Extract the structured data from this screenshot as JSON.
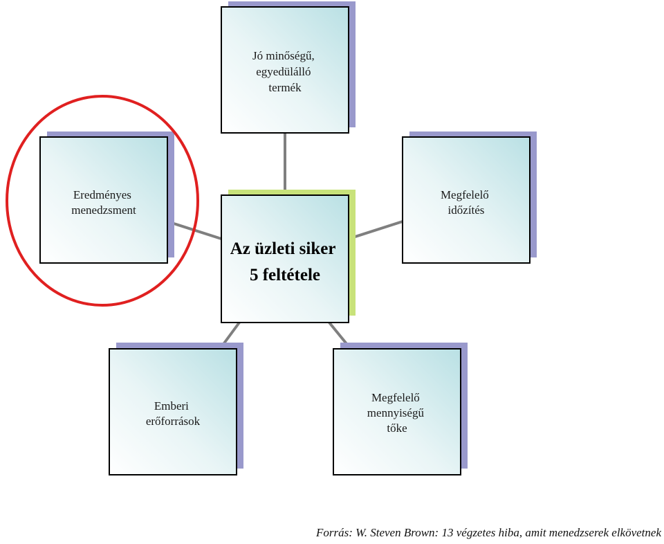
{
  "center": {
    "line1": "Az üzleti siker",
    "line2": "5 feltétele"
  },
  "nodes": [
    {
      "id": "top",
      "lines": [
        "Jó minőségű,",
        "egyedülálló",
        "termék"
      ]
    },
    {
      "id": "left",
      "lines": [
        "Eredményes",
        "menedzsment"
      ],
      "highlighted": true
    },
    {
      "id": "right",
      "lines": [
        "Megfelelő",
        "időzítés"
      ]
    },
    {
      "id": "bottom-left",
      "lines": [
        "Emberi",
        "erőforrások"
      ]
    },
    {
      "id": "bottom-right",
      "lines": [
        "Megfelelő",
        "mennyiségű",
        "tőke"
      ]
    }
  ],
  "source": "Forrás: W. Steven Brown: 13 végzetes hiba, amit menedzserek elkövetnek",
  "colors": {
    "node_shadow": "#9999cc",
    "center_shadow": "#c8e27a",
    "gradient_light": "#ffffff",
    "gradient_teal": "#b9e0e4",
    "connector": "#7f7f7f",
    "highlight_circle": "#e02020"
  }
}
